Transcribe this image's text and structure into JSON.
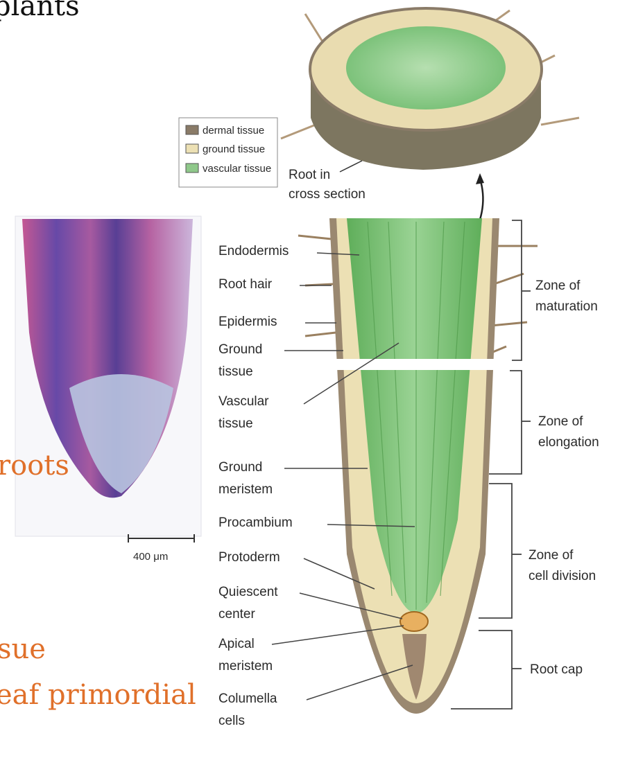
{
  "title_fragment": "plants",
  "legend": {
    "items": [
      {
        "label": "dermal tissue",
        "color": "#8a7b68"
      },
      {
        "label": "ground tissue",
        "color": "#ece0b4"
      },
      {
        "label": "vascular tissue",
        "color": "#8fc88a"
      }
    ]
  },
  "cross_section": {
    "label_line1": "Root in",
    "label_line2": "cross section"
  },
  "left_labels": [
    {
      "line1": "Endodermis",
      "line2": ""
    },
    {
      "line1": "Root hair",
      "line2": ""
    },
    {
      "line1": "Epidermis",
      "line2": ""
    },
    {
      "line1": "Ground",
      "line2": "tissue"
    },
    {
      "line1": "Vascular",
      "line2": "tissue"
    },
    {
      "line1": "Ground",
      "line2": "meristem"
    },
    {
      "line1": "Procambium",
      "line2": ""
    },
    {
      "line1": "Protoderm",
      "line2": ""
    },
    {
      "line1": "Quiescent",
      "line2": "center"
    },
    {
      "line1": "Apical",
      "line2": "meristem"
    },
    {
      "line1": "Columella",
      "line2": "cells"
    }
  ],
  "zones": [
    {
      "line1": "Zone of",
      "line2": "maturation"
    },
    {
      "line1": "Zone of",
      "line2": "elongation"
    },
    {
      "line1": "Zone of",
      "line2": "cell division"
    },
    {
      "line1": "Root cap",
      "line2": ""
    }
  ],
  "overlay_text": {
    "roots": "roots",
    "sue": "sue",
    "leaf_primordial": "eaf primordial"
  },
  "scale_bar": "400 μm",
  "colors": {
    "dermal": "#8a7b68",
    "ground": "#ece0b4",
    "vascular": "#7fbf78",
    "overlay": "#e0702a"
  }
}
